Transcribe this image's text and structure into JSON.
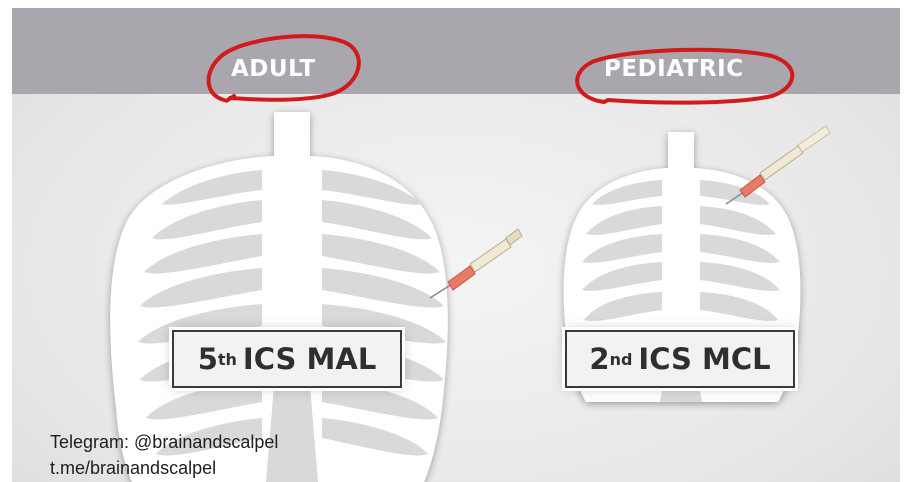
{
  "header": {
    "adult_label": "ADULT",
    "pediatric_label": "PEDIATRIC"
  },
  "adult": {
    "site_sup": "th",
    "site_num": "5",
    "site_text": "ICS MAL"
  },
  "pediatric": {
    "site_sup": "nd",
    "site_num": "2",
    "site_text": "ICS MCL"
  },
  "credits": {
    "telegram": "Telegram: @brainandscalpel",
    "link": "t.me/brainandscalpel"
  },
  "colors": {
    "header_band": "#a9a6ae",
    "annotation_red": "#d11a1a",
    "rib_white": "#ffffff",
    "needle_hub": "#e87a68"
  },
  "icons": [
    "adult-ribcage-icon",
    "pediatric-ribcage-icon",
    "needle-icon"
  ]
}
